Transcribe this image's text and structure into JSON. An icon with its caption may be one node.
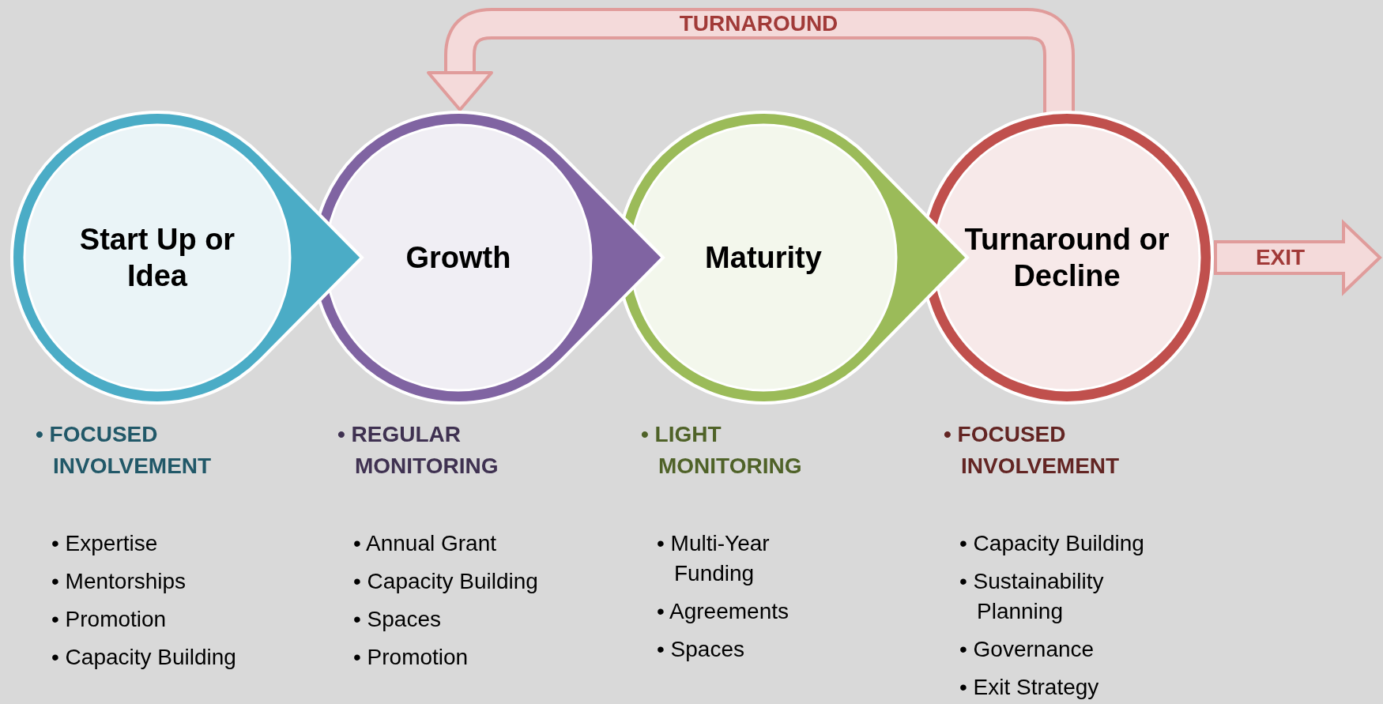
{
  "diagram": {
    "nodes": [
      {
        "text": [
          "Start Up or Idea"
        ],
        "beside": [
          "• FOCUSED INVOLVEMENT",
          "• Expertise",
          "• Mentorships",
          "• Promotion",
          "• Capacity Building"
        ]
      },
      {
        "text": [
          "Growth"
        ],
        "beside": [
          "• REGULAR MONITORING",
          "• Annual Grant",
          "• Capacity Building",
          "• Spaces",
          "• Promotion"
        ]
      },
      {
        "text": [
          "Maturity"
        ],
        "beside": [
          "• LIGHT MONITORING",
          "• Multi-Year Funding",
          "• Agreements",
          "• Spaces"
        ]
      },
      {
        "text": [
          "Turnaround or Decline"
        ],
        "beside": [
          "• FOCUSED INVOLVEMENT",
          "• Capacity Building",
          "• Sustainability Planning",
          "• Governance",
          "• Exit Strategy"
        ]
      }
    ],
    "edges": [
      {
        "from": 3,
        "to": 1,
        "arrow": "to",
        "label": "TURNAROUND"
      },
      {
        "from": 3,
        "to": null,
        "arrow": "to",
        "label": "EXIT"
      }
    ]
  }
}
